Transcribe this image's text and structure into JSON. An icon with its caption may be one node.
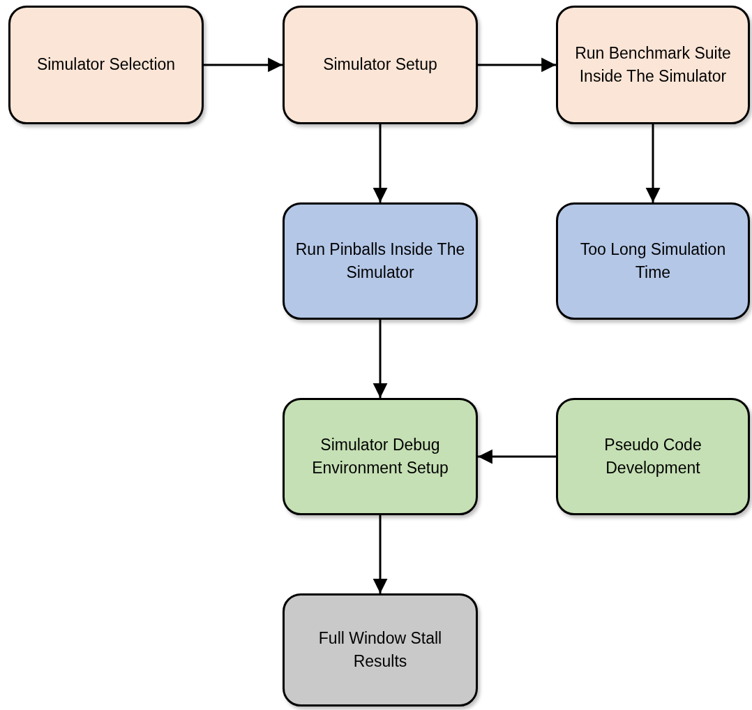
{
  "diagram": {
    "nodes": [
      {
        "text": [
          "Simulator Selection"
        ]
      },
      {
        "text": [
          "Simulator Setup"
        ]
      },
      {
        "text": [
          "Run Benchmark Suite Inside The Simulator"
        ]
      },
      {
        "text": [
          "Run Pinballs Inside The Simulator"
        ]
      },
      {
        "text": [
          "Too Long Simulation Time"
        ]
      },
      {
        "text": [
          "Simulator Debug Environment Setup"
        ]
      },
      {
        "text": [
          "Pseudo Code Development"
        ]
      },
      {
        "text": [
          "Full Window Stall Results"
        ]
      }
    ],
    "edges": [
      {
        "from": 0,
        "to": 1,
        "arrow": "to"
      },
      {
        "from": 1,
        "to": 2,
        "arrow": "to"
      },
      {
        "from": 1,
        "to": 3,
        "arrow": "to"
      },
      {
        "from": 2,
        "to": 4,
        "arrow": "to"
      },
      {
        "from": 3,
        "to": 5,
        "arrow": "to"
      },
      {
        "from": 6,
        "to": 5,
        "arrow": "to"
      },
      {
        "from": 5,
        "to": 7,
        "arrow": "to"
      }
    ]
  }
}
